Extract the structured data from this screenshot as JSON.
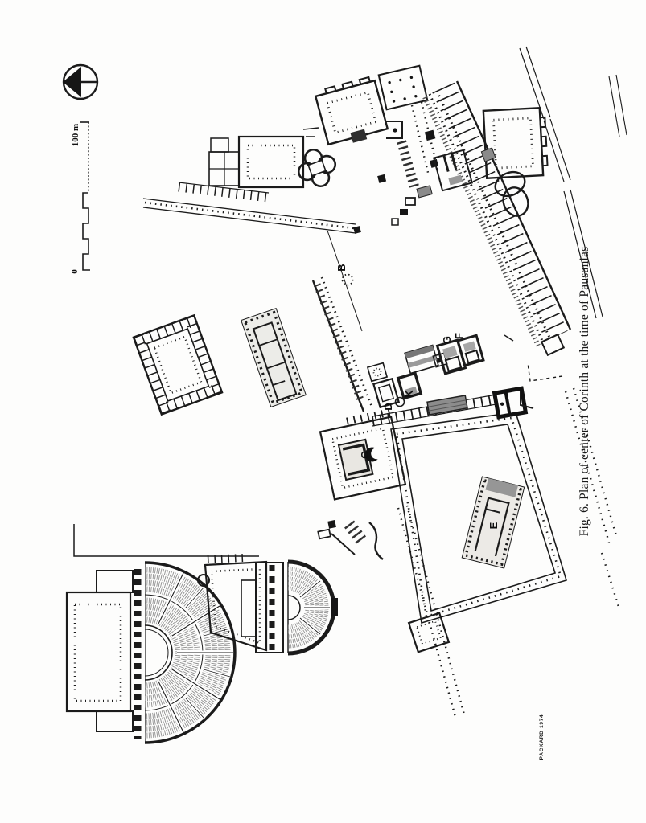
{
  "figure": {
    "caption": "Fig. 6. Plan of center of Corinth at the time of Pausanias",
    "credit": "PACKARD 1974"
  },
  "scale_bar": {
    "top_label": "100 m",
    "bottom_label": "0"
  },
  "plan_labels": {
    "B": "B",
    "C": "C",
    "D": "D",
    "E": "E",
    "F": "F",
    "G": "G",
    "K": "K"
  }
}
